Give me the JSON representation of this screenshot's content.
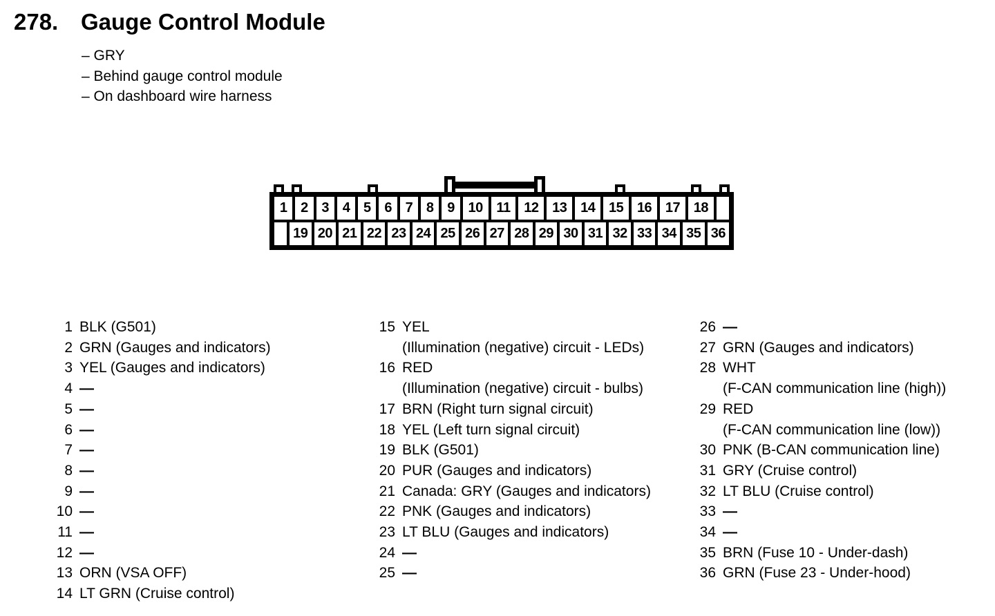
{
  "header": {
    "number": "278.",
    "title": "Gauge Control Module",
    "notes": [
      "– GRY",
      "– Behind gauge control module",
      "– On dashboard wire harness"
    ]
  },
  "connector": {
    "top_row": [
      "1",
      "2",
      "3",
      "4",
      "5",
      "6",
      "7",
      "8",
      "9",
      "10",
      "11",
      "12",
      "13",
      "14",
      "15",
      "16",
      "17",
      "18",
      ""
    ],
    "bottom_row": [
      "",
      "19",
      "20",
      "21",
      "22",
      "23",
      "24",
      "25",
      "26",
      "27",
      "28",
      "29",
      "30",
      "31",
      "32",
      "33",
      "34",
      "35",
      "36"
    ]
  },
  "pins": {
    "col1": [
      {
        "num": "1",
        "lines": [
          "BLK (G501)"
        ]
      },
      {
        "num": "2",
        "lines": [
          "GRN (Gauges and indicators)"
        ]
      },
      {
        "num": "3",
        "lines": [
          "YEL (Gauges and indicators)"
        ]
      },
      {
        "num": "4",
        "lines": [
          "—"
        ]
      },
      {
        "num": "5",
        "lines": [
          "—"
        ]
      },
      {
        "num": "6",
        "lines": [
          "—"
        ]
      },
      {
        "num": "7",
        "lines": [
          "—"
        ]
      },
      {
        "num": "8",
        "lines": [
          "—"
        ]
      },
      {
        "num": "9",
        "lines": [
          "—"
        ]
      },
      {
        "num": "10",
        "lines": [
          "—"
        ]
      },
      {
        "num": "11",
        "lines": [
          "—"
        ]
      },
      {
        "num": "12",
        "lines": [
          "—"
        ]
      },
      {
        "num": "13",
        "lines": [
          "ORN (VSA OFF)"
        ]
      },
      {
        "num": "14",
        "lines": [
          "LT GRN (Cruise control)"
        ]
      }
    ],
    "col2": [
      {
        "num": "15",
        "lines": [
          "YEL",
          "(Illumination (negative) circuit - LEDs)"
        ]
      },
      {
        "num": "16",
        "lines": [
          "RED",
          "(Illumination (negative) circuit - bulbs)"
        ]
      },
      {
        "num": "17",
        "lines": [
          "BRN (Right turn signal circuit)"
        ]
      },
      {
        "num": "18",
        "lines": [
          "YEL (Left turn signal circuit)"
        ]
      },
      {
        "num": "19",
        "lines": [
          "BLK (G501)"
        ]
      },
      {
        "num": "20",
        "lines": [
          "PUR (Gauges and indicators)"
        ]
      },
      {
        "num": "21",
        "lines": [
          "Canada: GRY (Gauges and indicators)"
        ]
      },
      {
        "num": "22",
        "lines": [
          "PNK (Gauges and indicators)"
        ]
      },
      {
        "num": "23",
        "lines": [
          "LT BLU (Gauges and indicators)"
        ]
      },
      {
        "num": "24",
        "lines": [
          "—"
        ]
      },
      {
        "num": "25",
        "lines": [
          "—"
        ]
      }
    ],
    "col3": [
      {
        "num": "26",
        "lines": [
          "—"
        ]
      },
      {
        "num": "27",
        "lines": [
          "GRN (Gauges and indicators)"
        ]
      },
      {
        "num": "28",
        "lines": [
          "WHT",
          "(F-CAN communication line (high))"
        ]
      },
      {
        "num": "29",
        "lines": [
          "RED",
          "(F-CAN communication line (low))"
        ]
      },
      {
        "num": "30",
        "lines": [
          "PNK (B-CAN communication line)"
        ]
      },
      {
        "num": "31",
        "lines": [
          "GRY (Cruise control)"
        ]
      },
      {
        "num": "32",
        "lines": [
          "LT BLU (Cruise control)"
        ]
      },
      {
        "num": "33",
        "lines": [
          "—"
        ]
      },
      {
        "num": "34",
        "lines": [
          "—"
        ]
      },
      {
        "num": "35",
        "lines": [
          "BRN (Fuse 10 - Under-dash)"
        ]
      },
      {
        "num": "36",
        "lines": [
          "GRN (Fuse 23 - Under-hood)"
        ]
      }
    ]
  },
  "colors": {
    "ink": "#000000",
    "paper": "#ffffff"
  }
}
